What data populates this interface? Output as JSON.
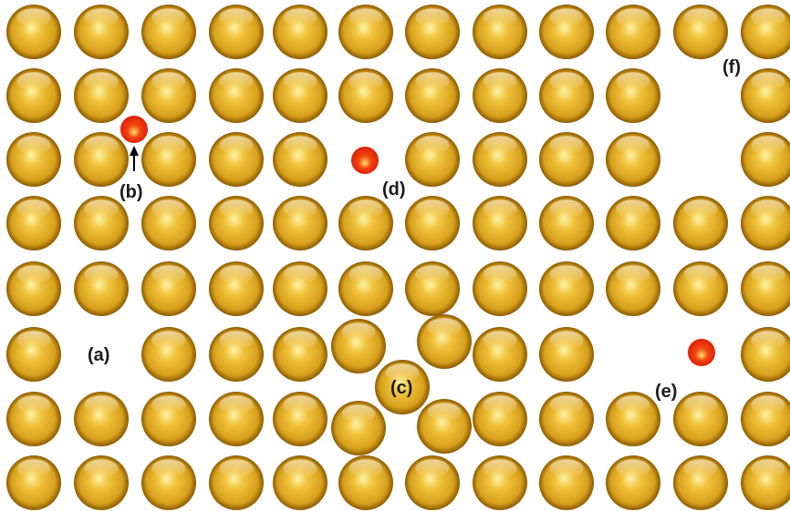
{
  "figure": {
    "labels": {
      "a": "(a)",
      "b": "(b)",
      "c": "(c)",
      "d": "(d)",
      "e": "(e)",
      "f": "(f)"
    },
    "colors": {
      "host_atom": "#d7a01c",
      "host_atom_highlight": "#fff3a8",
      "host_atom_shadow": "#8a5a00",
      "impurity_atom": "#e01e05",
      "impurity_atom_highlight": "#ffe36a",
      "arrow": "#000000"
    }
  }
}
